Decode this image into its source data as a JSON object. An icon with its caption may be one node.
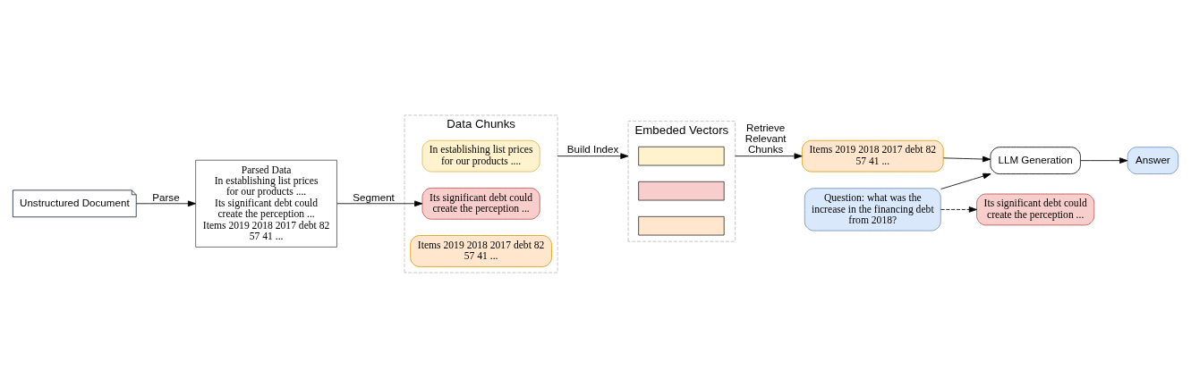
{
  "diagram": {
    "nodes": [
      {
        "text": [
          "Unstructured Document"
        ]
      },
      {
        "text": [
          "Parsed Data",
          "In establishing list prices for our products ....",
          "Its significant debt could create the perception ...",
          "Items 2019 2018 2017 debt 82 57 41 ..."
        ]
      },
      {
        "text": [
          "Data Chunks"
        ]
      },
      {
        "text": [
          "In establishing list prices for our products ...."
        ],
        "in": 2
      },
      {
        "text": [
          "Its significant debt could create the perception ..."
        ],
        "in": 2
      },
      {
        "text": [
          "Items 2019 2018 2017 debt 82 57 41 ..."
        ],
        "in": 2
      },
      {
        "text": [
          "Embeded Vectors"
        ]
      },
      {
        "text": [],
        "shape": "bar",
        "in": 6
      },
      {
        "text": [],
        "shape": "bar",
        "in": 6
      },
      {
        "text": [],
        "shape": "bar",
        "in": 6
      },
      {
        "text": [
          "Question: what was the increase in the financing debt from 2018?"
        ]
      },
      {
        "text": [
          "LLM Generation"
        ]
      },
      {
        "text": [
          "Its significant debt could create the perception ..."
        ]
      },
      {
        "text": [
          "Items 2019 2018 2017 debt 82 57 41 ..."
        ]
      },
      {
        "text": [
          "Answer"
        ]
      }
    ],
    "edges": [
      {
        "from": 0,
        "to": 1,
        "arrow": "to",
        "label": "Parse"
      },
      {
        "from": 1,
        "to": 4,
        "arrow": "to",
        "label": "Segment"
      },
      {
        "from": 2,
        "to": 6,
        "arrow": "to",
        "label": "Build Index"
      },
      {
        "from": 6,
        "to": 13,
        "arrow": "to",
        "label": "Retrieve Relevant Chunks"
      },
      {
        "from": 10,
        "to": 12,
        "arrow": "to",
        "style": "dashed"
      },
      {
        "from": 10,
        "to": 11,
        "arrow": "to"
      },
      {
        "from": 13,
        "to": 11,
        "arrow": "to"
      },
      {
        "from": 11,
        "to": 14,
        "arrow": "to"
      }
    ]
  }
}
